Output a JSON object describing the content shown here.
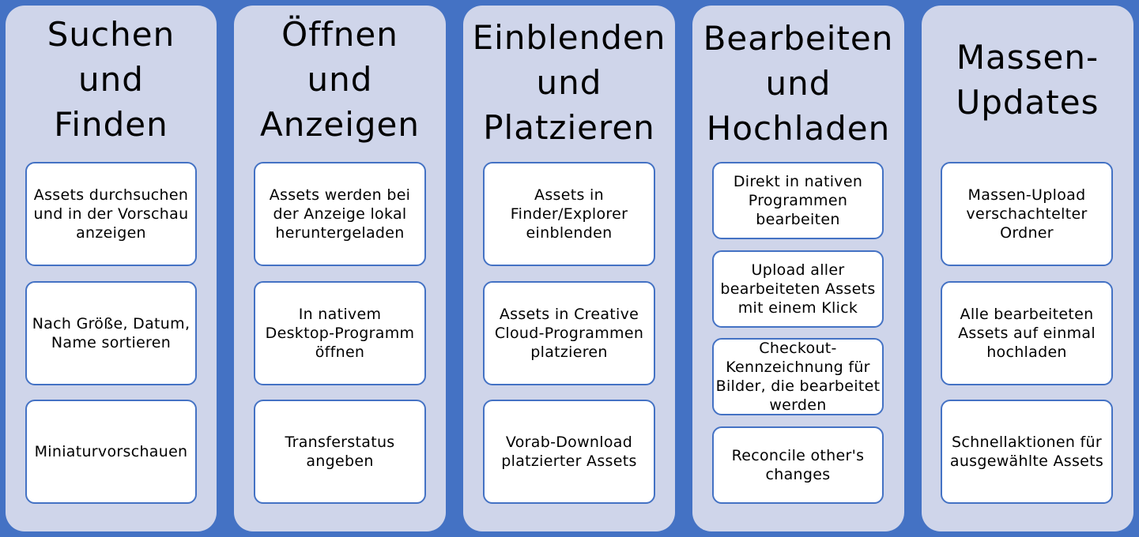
{
  "colors": {
    "background": "#4472c4",
    "column_fill": "#cfd5ea",
    "card_fill": "#ffffff",
    "card_border": "#4472c4"
  },
  "columns": [
    {
      "title": "Suchen\nund\nFinden",
      "items": [
        "Assets durchsuchen\nund in der Vorschau\nanzeigen",
        "Nach Größe, Datum,\nName sortieren",
        "Miniaturvorschauen"
      ]
    },
    {
      "title": "Öffnen\nund\nAnzeigen",
      "items": [
        "Assets werden bei\nder Anzeige lokal\nheruntergeladen",
        "In nativem\nDesktop-Programm\nöffnen",
        "Transferstatus\nangeben"
      ]
    },
    {
      "title": "Einblenden\nund\nPlatzieren",
      "items": [
        "Assets in\nFinder/Explorer\neinblenden",
        "Assets in Creative\nCloud-Programmen\nplatzieren",
        "Vorab-Download\nplatzierter Assets"
      ]
    },
    {
      "title": "Bearbeiten\nund\nHochladen",
      "items": [
        "Direkt in nativen\nProgrammen\nbearbeiten",
        "Upload aller\nbearbeiteten Assets\nmit einem Klick",
        "Checkout-\nKennzeichnung für\nBilder, die bearbeitet\nwerden",
        "Reconcile other's\nchanges"
      ]
    },
    {
      "title": "Massen-\nUpdates",
      "items": [
        "Massen-Upload\nverschachtelter\nOrdner",
        "Alle bearbeiteten\nAssets auf einmal\nhochladen",
        "Schnellaktionen für\nausgewählte Assets"
      ]
    }
  ]
}
